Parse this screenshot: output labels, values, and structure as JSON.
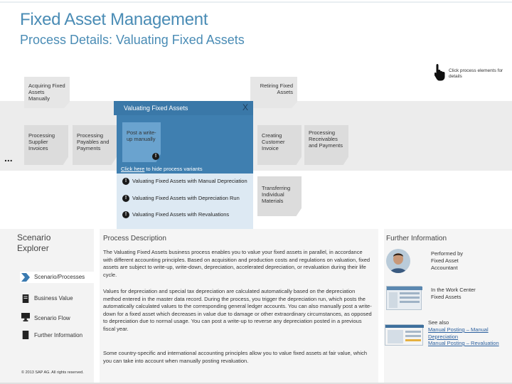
{
  "header": {
    "title": "Fixed Asset Management",
    "subtitle": "Process Details: Valuating Fixed Assets"
  },
  "hint": "Click process elements for details",
  "process": {
    "acquiring": "Acquiring Fixed Assets Manually",
    "retiring": "Retiring Fixed Assets",
    "valuating_header": "Valuating Fixed Assets",
    "close": "X",
    "processing_supplier": "Processing Supplier Invoices",
    "processing_payables": "Processing Payables and Payments",
    "post_writeup": "Post a write-up manually",
    "creating_customer": "Creating Customer Invoice",
    "processing_receivables": "Processing Receivables and Payments",
    "transferring": "Transferring Individual Materials",
    "more": "...",
    "hide_link": "Click here",
    "hide_rest": " to hide process variants",
    "variants": [
      "Valuating Fixed Assets with Manual Depreciation",
      "Valuating Fixed Assets with Depreciation Run",
      "Valuating Fixed Assets with Revaluations"
    ]
  },
  "explorer": {
    "title_line1": "Scenario",
    "title_line2": "Explorer",
    "items": [
      {
        "label": "Scenario/Processes",
        "icon": "chevron-arrow-icon"
      },
      {
        "label": "Business Value",
        "icon": "document-icon"
      },
      {
        "label": "Scenario Flow",
        "icon": "monitor-icon"
      },
      {
        "label": "Further Information",
        "icon": "page-icon"
      }
    ]
  },
  "description": {
    "title": "Process Description",
    "para1": "The Valuating Fixed Assets business process enables you to value your fixed assets in parallel, in accordance with different accounting principles. Based on acquisition and production costs and regulations on valuation, fixed assets are subject to write-up, write-down, depreciation, accelerated depreciation, or revaluation during their life cycle.",
    "para2": "Values for depreciation and special tax depreciation are calculated automatically based on the depreciation method entered in the master data record. During the process, you trigger the depreciation run, which posts the automatically calculated values to the corresponding general ledger accounts. You can also manually post a write-down for a fixed asset which decreases in value due to damage or other extraordinary circumstances, as opposed to depreciation due to normal usage. You can post a write-up to reverse any depreciation posted in a previous fiscal year.",
    "para3": "Some country-specific and international accounting principles allow you to value fixed assets at fair value, which you can take into account when manually posting revaluation."
  },
  "further": {
    "title": "Further Information",
    "performed_by": "Performed by",
    "role": "Fixed Asset Accountant",
    "work_center_l1": "In the Work Center",
    "work_center_l2": "Fixed Assets",
    "see_also": "See also",
    "link1": "Manual Posting – Manual Depreciation",
    "link2": "Manual Posting – Revaluation"
  },
  "copyright": "© 2013 SAP AG. All rights reserved."
}
